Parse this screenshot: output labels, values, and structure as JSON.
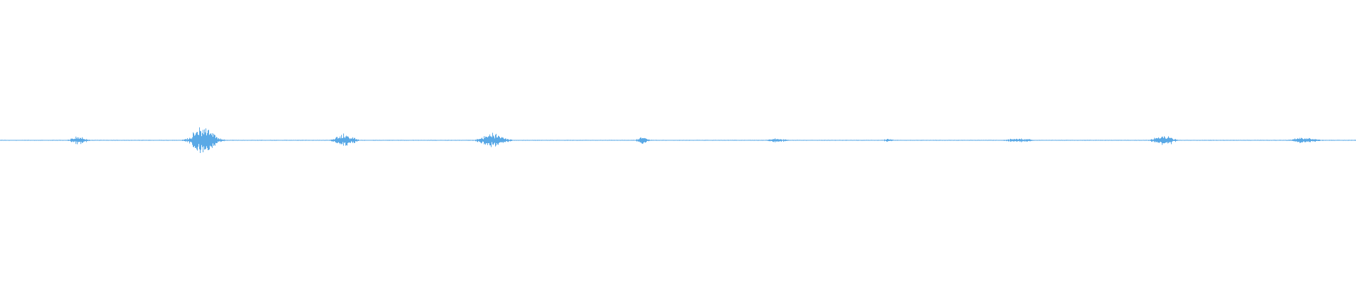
{
  "waveform": {
    "color": "#5aa9e6",
    "background": "#ffffff",
    "bursts": [
      {
        "center": 0.058,
        "width": 0.018,
        "amplitude": 0.26
      },
      {
        "center": 0.15,
        "width": 0.026,
        "amplitude": 1.0
      },
      {
        "center": 0.254,
        "width": 0.022,
        "amplitude": 0.4
      },
      {
        "center": 0.363,
        "width": 0.028,
        "amplitude": 0.42
      },
      {
        "center": 0.474,
        "width": 0.014,
        "amplitude": 0.22
      },
      {
        "center": 0.573,
        "width": 0.024,
        "amplitude": 0.12
      },
      {
        "center": 0.655,
        "width": 0.012,
        "amplitude": 0.1
      },
      {
        "center": 0.751,
        "width": 0.028,
        "amplitude": 0.14
      },
      {
        "center": 0.858,
        "width": 0.022,
        "amplitude": 0.38
      },
      {
        "center": 0.962,
        "width": 0.032,
        "amplitude": 0.18
      }
    ],
    "noise_amplitude": 0.02
  }
}
